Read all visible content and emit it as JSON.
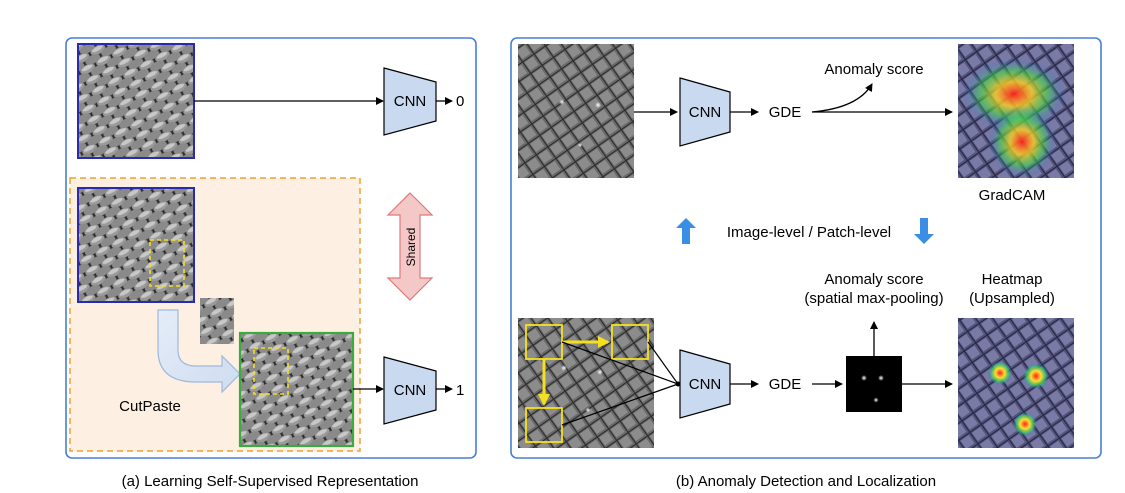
{
  "panel_a": {
    "caption": "(a) Learning Self-Supervised Representation",
    "cnn_top": "CNN",
    "output_top": "0",
    "cnn_bottom": "CNN",
    "output_bottom": "1",
    "shared": "Shared",
    "cutpaste": "CutPaste"
  },
  "panel_b": {
    "caption": "(b) Anomaly Detection and Localization",
    "cnn_top": "CNN",
    "gde_top": "GDE",
    "anomaly_score_top": "Anomaly score",
    "gradcam": "GradCAM",
    "level_text": "Image-level / Patch-level",
    "anomaly_score_bottom": "Anomaly score",
    "pooling": "(spatial max-pooling)",
    "heatmap": "Heatmap",
    "upsampled": "(Upsampled)",
    "cnn_bottom": "CNN",
    "gde_bottom": "GDE"
  },
  "colors": {
    "panel_border": "#4a7fd4",
    "cnn_fill": "#c9daf0",
    "dash_orange": "#f0a030",
    "region_fill": "#fdf0e2",
    "selection_yellow": "#f5e020",
    "blue_outline": "#2a2ab0",
    "green_outline": "#3caa3c",
    "shared_fill": "#f5c8c8",
    "shared_stroke": "#e07878",
    "level_arrow_blue": "#3a8ee6"
  }
}
